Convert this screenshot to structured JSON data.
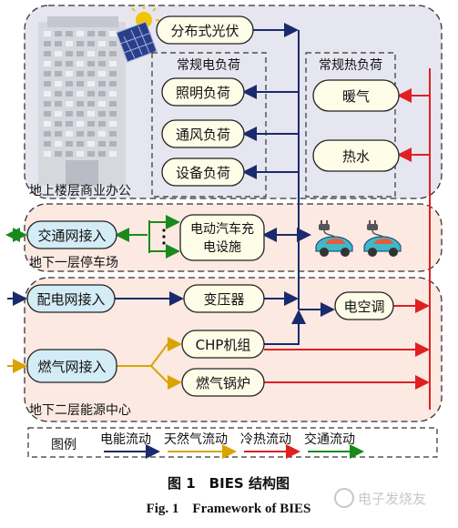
{
  "sections": {
    "office": "地上楼层商业办公",
    "parking": "地下一层停车场",
    "energy": "地下二层能源中心"
  },
  "group_titles": {
    "electric_load": "常规电负荷",
    "heat_load": "常规热负荷"
  },
  "nodes": {
    "pv": "分布式光伏",
    "lighting": "照明负荷",
    "ventilation": "通风负荷",
    "equipment": "设备负荷",
    "heating": "暖气",
    "hot_water": "热水",
    "traffic_access": "交通网接入",
    "ev_charging": "电动汽车充电设施",
    "grid_access": "配电网接入",
    "transformer": "变压器",
    "air_conditioner": "电空调",
    "gas_access": "燃气网接入",
    "chp": "CHP机组",
    "gas_boiler": "燃气锅炉"
  },
  "legend": {
    "title": "图例",
    "items": [
      {
        "label": "电能流动",
        "color": "#1a2a6c"
      },
      {
        "label": "天然气流动",
        "color": "#d9a400"
      },
      {
        "label": "冷热流动",
        "color": "#e02020"
      },
      {
        "label": "交通流动",
        "color": "#1a8a1a"
      }
    ]
  },
  "caption": {
    "zh": "图 1　BIES 结构图",
    "en": "Fig. 1　Framework of BIES"
  },
  "watermark": "电子发烧友",
  "colors": {
    "electric": "#1a2a6c",
    "gas": "#d9a400",
    "heat": "#e02020",
    "traffic": "#1a8a1a",
    "office_bg": "#e6e6f0",
    "parking_bg": "#fbe9e2",
    "energy_bg": "#fbe9e2",
    "node_white": "#fdfde8",
    "node_blue": "#d3ecf5"
  }
}
